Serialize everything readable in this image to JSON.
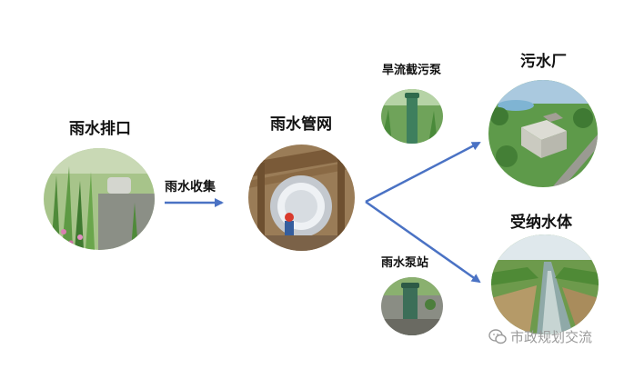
{
  "nodes": {
    "outfall": {
      "label": "雨水排口"
    },
    "network": {
      "label": "雨水管网"
    },
    "pump": {
      "label": "旱流截污泵"
    },
    "plant": {
      "label": "污水厂"
    },
    "water_body": {
      "label": "受纳水体"
    },
    "pump_station": {
      "label": "雨水泵站"
    }
  },
  "edges": {
    "collect": {
      "label": "雨水收集"
    }
  },
  "watermark": {
    "text": "市政规划交流",
    "icon": "wechat-icon"
  },
  "colors": {
    "arrow": "#4a72c4",
    "text": "#111111",
    "watermark": "#9a9a9a"
  }
}
